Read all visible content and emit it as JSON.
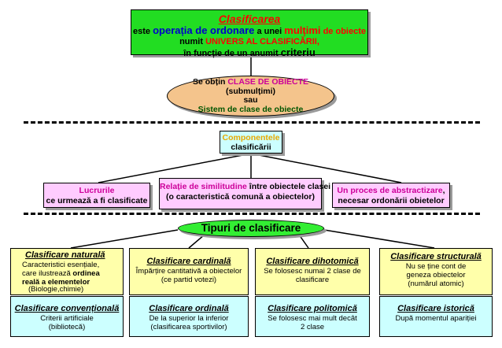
{
  "top": {
    "title": "Clasificarea",
    "l1_a": "este ",
    "l1_b": "operația de ordonare",
    "l1_c": " a unei ",
    "l1_d": "mulțimi",
    "l1_e": " de obiecte",
    "l2_a": "numit ",
    "l2_b": "UNIVERS AL CLASIFICĂRII,",
    "l3_a": "în funcție de un anumit ",
    "l3_b": "criteriu"
  },
  "oval": {
    "l1_a": "Se obțin ",
    "l1_b": "CLASE DE OBIECTE",
    "l2": "(submulțimi)",
    "l3": "sau",
    "l4": "Sistem de clase de obiecte"
  },
  "components": {
    "title": "Componentele",
    "subtitle": "clasificării"
  },
  "left": {
    "title": "Lucrurile",
    "subtitle": "ce urmează a fi clasificate"
  },
  "middle": {
    "l1_a": "Relație de similitudine",
    "l1_b": " între obiectele clasei",
    "l2": "(o caracteristică comună a obiectelor)"
  },
  "right": {
    "l1_a": "Un proces de abstractizare",
    "l1_b": ",",
    "l2": "necesar ordonării obietelor"
  },
  "types": {
    "title": "Tipuri de clasificare"
  },
  "cards": {
    "naturala": {
      "title": "Clasificare naturală",
      "l1": "Caracteristici esențiale,",
      "l2_a": "care ilustrează ",
      "l2_b": "ordinea",
      "l3": "reală a elementelor",
      "l4": "(Biologie,chimie)"
    },
    "cardinala": {
      "title": "Clasificare cardinală",
      "l1": "Împărțire cantitativă a obiectelor",
      "l2": "(ce partid votezi)"
    },
    "dihotomica": {
      "title": "Clasificare dihotomică",
      "l1": "Se folosesc numai 2 clase de",
      "l2": "clasificare"
    },
    "structurala": {
      "title": "Clasificare structurală",
      "l1": "Nu se ține cont de",
      "l2": "geneza obiectelor",
      "l3": "(numărul atomic)"
    },
    "conventionala": {
      "title": "Clasificare convențională",
      "l1": "Criterii artificiale",
      "l2": "(bibliotecă)"
    },
    "ordinala": {
      "title": "Clasificare ordinală",
      "l1": "De la superior la inferior",
      "l2": "(clasificarea sportivilor)"
    },
    "politomica": {
      "title": "Clasificare politomică",
      "l1": "Se folosesc mai mult decât",
      "l2": "2 clase"
    },
    "istorica": {
      "title": "Clasificare istorică",
      "l1": "După momentul apariției"
    }
  },
  "colors": {
    "green_box": "#22dd22",
    "oval": "#f4c48c",
    "components_box": "#ccffff",
    "pink_box": "#ffccff",
    "yellow_card": "#ffffaa",
    "cyan_card": "#ccffff",
    "types_oval": "#33ee33",
    "title_red": "#ff0000",
    "title_blue": "#0000cc",
    "gold": "#e8a800",
    "magenta": "#cc0099"
  }
}
